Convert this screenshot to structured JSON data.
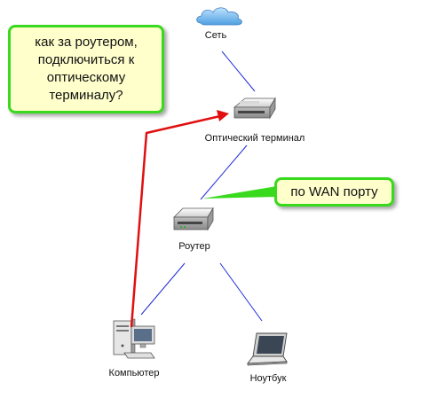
{
  "nodes": {
    "network": {
      "label": "Сеть",
      "icon": "cloud-icon"
    },
    "optical_terminal": {
      "label": "Оптический терминал",
      "icon": "optical-terminal-icon"
    },
    "router": {
      "label": "Роутер",
      "icon": "router-icon"
    },
    "computer": {
      "label": "Компьютер",
      "icon": "desktop-computer-icon"
    },
    "laptop": {
      "label": "Ноутбук",
      "icon": "laptop-icon"
    }
  },
  "callouts": {
    "question": "как за роутером, подключиться к оптическому терминалу?",
    "wan_port": "по WAN порту"
  },
  "colors": {
    "link_line": "#1f2ad6",
    "red_arrow": "#e01010",
    "callout_border": "#39d91e",
    "callout_fill": "#ffffcc"
  }
}
